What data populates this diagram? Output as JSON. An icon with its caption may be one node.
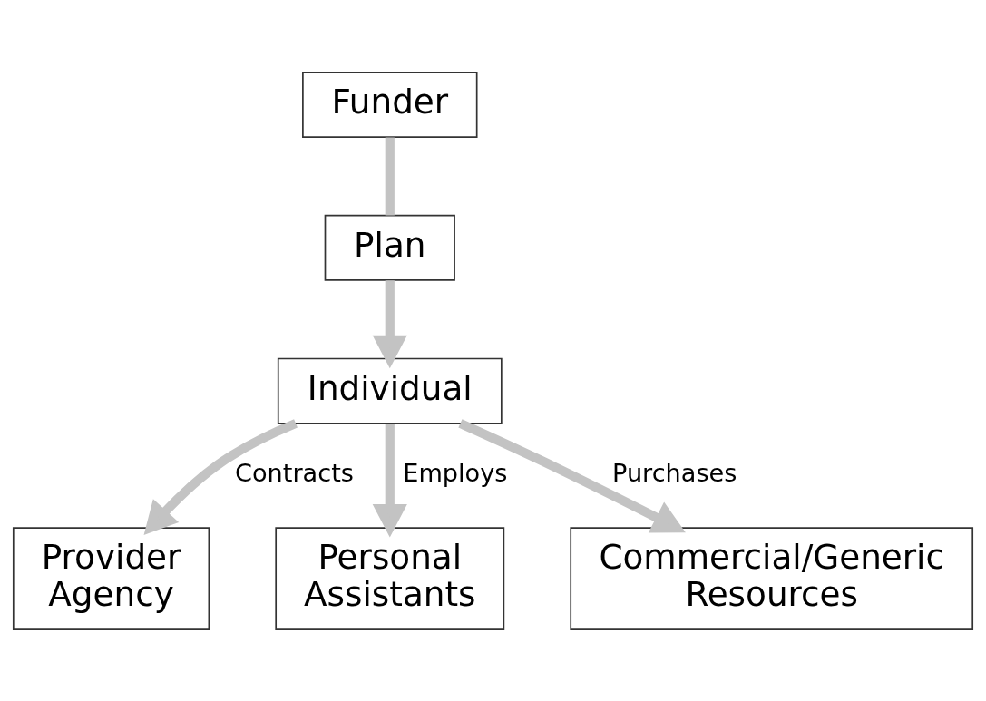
{
  "diagram": {
    "nodes": [
      {
        "text": [
          "Funder"
        ]
      },
      {
        "text": [
          "Plan"
        ]
      },
      {
        "text": [
          "Individual"
        ]
      },
      {
        "text": [
          "Provider Agency"
        ]
      },
      {
        "text": [
          "Personal Assistants"
        ]
      },
      {
        "text": [
          "Commercial/Generic Resources"
        ]
      }
    ],
    "edges": [
      {
        "from": 0,
        "to": 1,
        "arrow": "none"
      },
      {
        "from": 1,
        "to": 2,
        "arrow": "to"
      },
      {
        "from": 2,
        "to": 3,
        "arrow": "to",
        "label": "Contracts"
      },
      {
        "from": 2,
        "to": 4,
        "arrow": "to",
        "label": "Employs"
      },
      {
        "from": 2,
        "to": 5,
        "arrow": "to",
        "label": "Purchases"
      }
    ]
  }
}
